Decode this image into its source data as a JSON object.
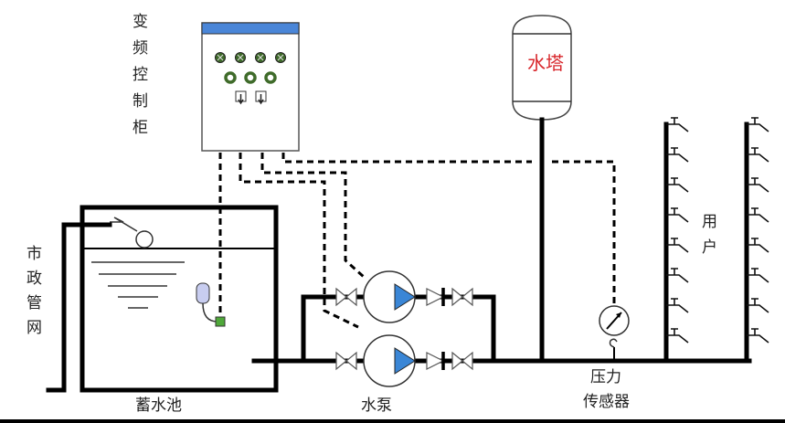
{
  "diagram": {
    "title": "变频恒压供水系统示意图",
    "labels": {
      "control_cabinet": [
        "变",
        "频",
        "控",
        "制",
        "柜"
      ],
      "water_tower": "水塔",
      "municipal_network": [
        "市",
        "政",
        "管",
        "网"
      ],
      "storage_tank": "蓄水池",
      "pump": "水泵",
      "pressure_sensor_line1": "压力",
      "pressure_sensor_line2": "传感器",
      "users": [
        "用",
        "户"
      ]
    },
    "colors": {
      "cabinet_header": "#4a86d8",
      "indicator_green": "#3f6b2a",
      "pump_arrow": "#3a86d6",
      "tower_text": "#d8262b",
      "float_switch": "#c8cdf0",
      "level_sensor": "#4fa83a",
      "pipe": "#000000"
    },
    "components": {
      "cabinet_indicator_lamps": 4,
      "cabinet_knobs": 3,
      "cabinet_switches": 2,
      "pumps": 2,
      "faucets_per_riser": 8,
      "risers": 2
    }
  }
}
